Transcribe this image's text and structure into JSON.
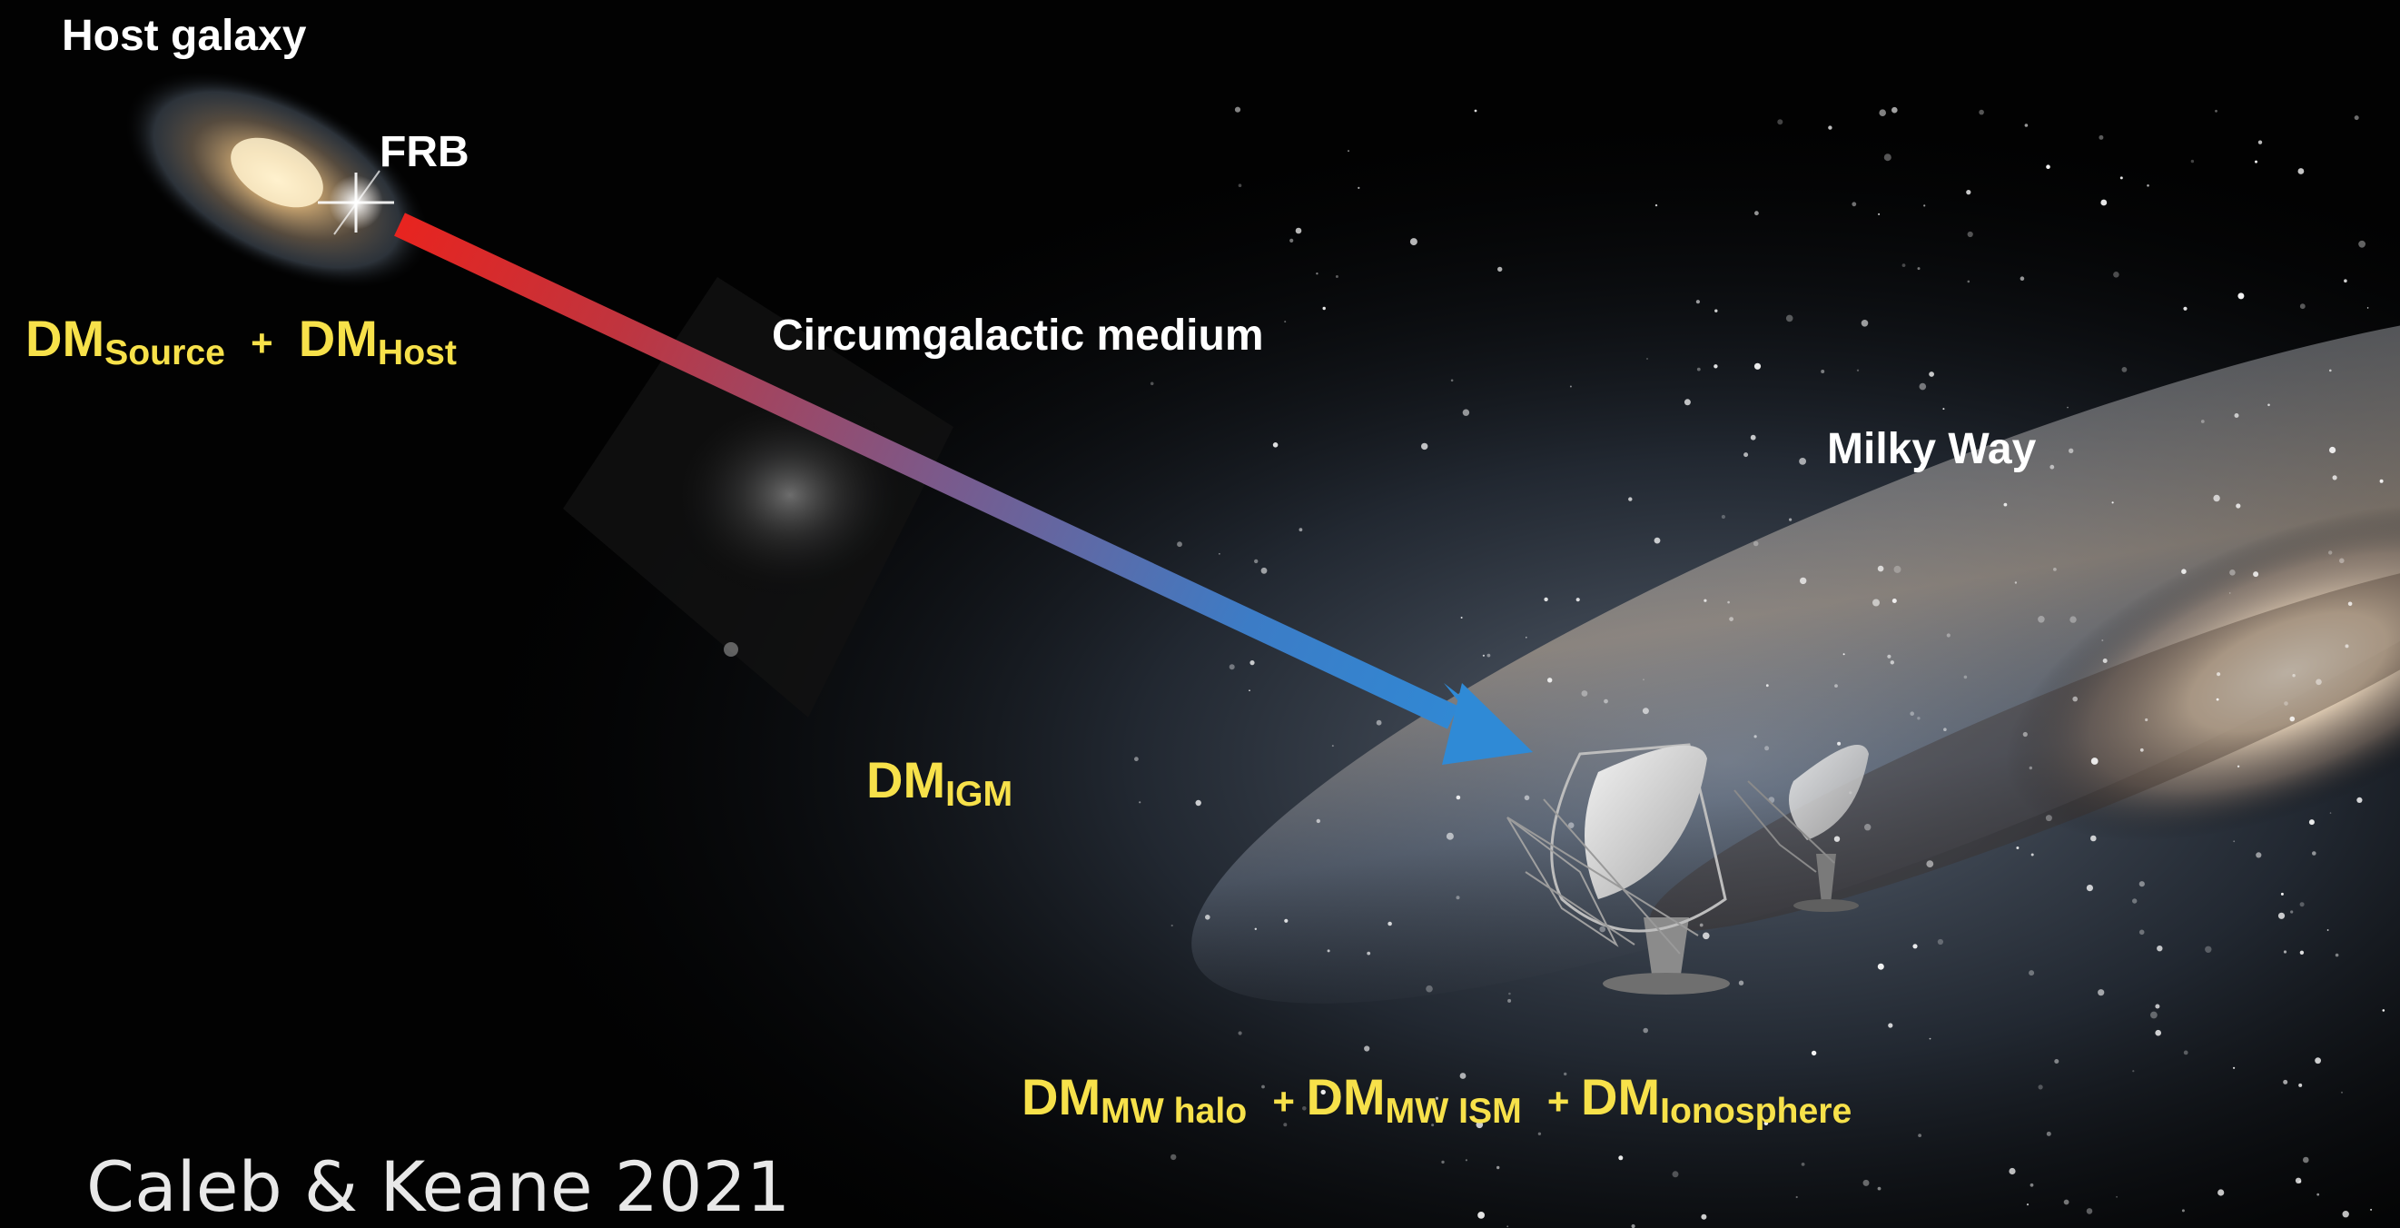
{
  "labels": {
    "host_galaxy": "Host galaxy",
    "frb": "FRB",
    "circumgalactic_medium": "Circumgalactic medium",
    "milky_way": "Milky Way"
  },
  "equations": {
    "host": {
      "dm1": "DM",
      "sub1": "Source",
      "plus": "+",
      "dm2": "DM",
      "sub2": "Host"
    },
    "igm": {
      "dm": "DM",
      "sub": "IGM"
    },
    "local": {
      "dm1": "DM",
      "sub1": "MW halo",
      "plus1": "+",
      "dm2": "DM",
      "sub2": "MW ISM",
      "plus2": "+",
      "dm3": "DM",
      "sub3": "Ionosphere"
    }
  },
  "citation": "Caleb & Keane 2021",
  "colors": {
    "label_white": "#ffffff",
    "dm_yellow": "#f7e14a",
    "arrow_start": "#e8241f",
    "arrow_mid": "#7a5a8c",
    "arrow_end": "#2f8ad6"
  }
}
